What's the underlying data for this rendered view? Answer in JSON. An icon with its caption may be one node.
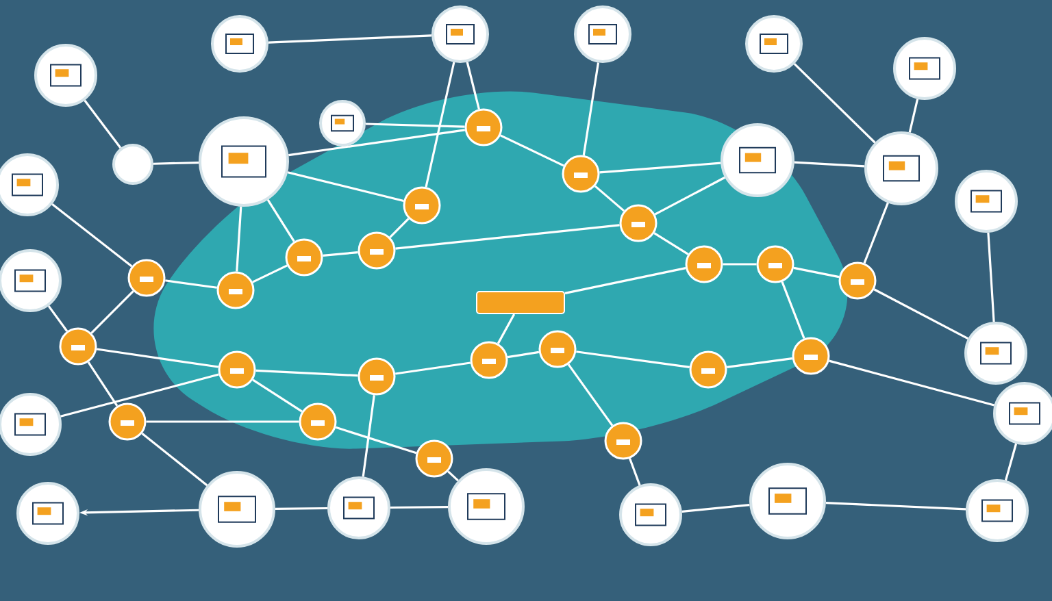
{
  "diagram": {
    "nodes": [
      {
        "text": [],
        "shape": "circle"
      },
      {
        "text": [],
        "shape": "circle"
      },
      {
        "text": [],
        "shape": "circle"
      },
      {
        "text": [],
        "shape": "circle"
      },
      {
        "text": [],
        "shape": "circle"
      },
      {
        "text": [],
        "shape": "circle"
      },
      {
        "text": [],
        "shape": "circle"
      },
      {
        "text": [],
        "shape": "circle"
      },
      {
        "text": [],
        "shape": "circle"
      },
      {
        "text": [],
        "shape": "circle"
      },
      {
        "text": [],
        "shape": "circle"
      },
      {
        "text": [],
        "shape": "circle"
      },
      {
        "text": [],
        "shape": "circle"
      },
      {
        "text": [],
        "shape": "circle"
      },
      {
        "text": [],
        "shape": "circle"
      },
      {
        "text": [],
        "shape": "circle"
      },
      {
        "text": [],
        "shape": "circle"
      },
      {
        "text": [],
        "shape": "circle"
      },
      {
        "text": [],
        "shape": "circle"
      },
      {
        "text": [],
        "shape": "circle"
      },
      {
        "text": [],
        "shape": "circle"
      },
      {
        "text": [],
        "shape": "circle"
      },
      {
        "text": [],
        "shape": "circle"
      },
      {
        "text": [],
        "shape": "circle"
      },
      {
        "text": [],
        "shape": "circle"
      },
      {
        "text": [],
        "shape": "circle"
      },
      {
        "text": [],
        "shape": "circle"
      },
      {
        "text": [],
        "shape": "circle"
      },
      {
        "text": [],
        "shape": "circle"
      },
      {
        "text": [],
        "shape": "circle"
      },
      {
        "text": [],
        "shape": "circle"
      },
      {
        "text": [],
        "shape": "circle"
      },
      {
        "text": [],
        "shape": "circle"
      },
      {
        "text": [],
        "shape": "circle"
      },
      {
        "text": [],
        "shape": "circle"
      },
      {
        "text": [],
        "shape": "circle"
      },
      {
        "text": [],
        "shape": "circle"
      },
      {
        "text": [],
        "shape": "circle"
      },
      {
        "text": [],
        "shape": "circle"
      },
      {
        "text": [],
        "shape": "circle"
      },
      {
        "text": [],
        "shape": "circle"
      },
      {
        "text": [],
        "shape": "circle"
      },
      {
        "text": [],
        "shape": "circle"
      },
      {
        "text": [],
        "shape": "circle"
      },
      {
        "text": [],
        "shape": "circle"
      },
      {
        "text": [],
        "shape": "circle"
      },
      {
        "text": [],
        "shape": "box"
      }
    ],
    "edges": [
      {
        "from": 1,
        "to": 2,
        "arrow": "none"
      },
      {
        "from": 2,
        "to": 26,
        "arrow": "none"
      },
      {
        "from": 2,
        "to": 24,
        "arrow": "none"
      },
      {
        "from": 24,
        "to": 6,
        "arrow": "none"
      },
      {
        "from": 6,
        "to": 26,
        "arrow": "none"
      },
      {
        "from": 6,
        "to": 31,
        "arrow": "none"
      },
      {
        "from": 6,
        "to": 28,
        "arrow": "none"
      },
      {
        "from": 24,
        "to": 25,
        "arrow": "none"
      },
      {
        "from": 25,
        "to": 27,
        "arrow": "none"
      },
      {
        "from": 25,
        "to": 10,
        "arrow": "none"
      },
      {
        "from": 3,
        "to": 25,
        "arrow": "none"
      },
      {
        "from": 4,
        "to": 11,
        "arrow": "none"
      },
      {
        "from": 10,
        "to": 11,
        "arrow": "none"
      },
      {
        "from": 10,
        "to": 27,
        "arrow": "none"
      },
      {
        "from": 27,
        "to": 43,
        "arrow": "none"
      },
      {
        "from": 43,
        "to": 44,
        "arrow": "none"
      },
      {
        "from": 44,
        "to": 45,
        "arrow": "none"
      },
      {
        "from": 45,
        "to": 14,
        "arrow": "none"
      },
      {
        "from": 11,
        "to": 45,
        "arrow": "none"
      },
      {
        "from": 5,
        "to": 11,
        "arrow": "none"
      },
      {
        "from": 9,
        "to": 30,
        "arrow": "none"
      },
      {
        "from": 30,
        "to": 31,
        "arrow": "none"
      },
      {
        "from": 31,
        "to": 28,
        "arrow": "none"
      },
      {
        "from": 28,
        "to": 29,
        "arrow": "none"
      },
      {
        "from": 29,
        "to": 27,
        "arrow": "none"
      },
      {
        "from": 26,
        "to": 29,
        "arrow": "none"
      },
      {
        "from": 30,
        "to": 32,
        "arrow": "none"
      },
      {
        "from": 32,
        "to": 33,
        "arrow": "none"
      },
      {
        "from": 33,
        "to": 34,
        "arrow": "none"
      },
      {
        "from": 33,
        "to": 37,
        "arrow": "none"
      },
      {
        "from": 32,
        "to": 36,
        "arrow": "none"
      },
      {
        "from": 36,
        "to": 18,
        "arrow": "none"
      },
      {
        "from": 36,
        "to": 37,
        "arrow": "none"
      },
      {
        "from": 37,
        "to": 38,
        "arrow": "none"
      },
      {
        "from": 34,
        "to": 35,
        "arrow": "none"
      },
      {
        "from": 35,
        "to": 39,
        "arrow": "none"
      },
      {
        "from": 39,
        "to": 40,
        "arrow": "none"
      },
      {
        "from": 39,
        "to": 42,
        "arrow": "none"
      },
      {
        "from": 40,
        "to": 41,
        "arrow": "none"
      },
      {
        "from": 41,
        "to": 16,
        "arrow": "none"
      },
      {
        "from": 42,
        "to": 21,
        "arrow": "none"
      },
      {
        "from": 38,
        "to": 20,
        "arrow": "none"
      },
      {
        "from": 34,
        "to": 19,
        "arrow": "none"
      },
      {
        "from": 18,
        "to": 17,
        "arrow": "to"
      },
      {
        "from": 18,
        "to": 19,
        "arrow": "none"
      },
      {
        "from": 19,
        "to": 20,
        "arrow": "none"
      },
      {
        "from": 21,
        "to": 22,
        "arrow": "none"
      },
      {
        "from": 22,
        "to": 23,
        "arrow": "none"
      },
      {
        "from": 13,
        "to": 32,
        "arrow": "none"
      },
      {
        "from": 15,
        "to": 33,
        "arrow": "none"
      },
      {
        "from": 16,
        "to": 23,
        "arrow": "none"
      },
      {
        "from": 12,
        "to": 14,
        "arrow": "none"
      },
      {
        "from": 44,
        "to": 41,
        "arrow": "none"
      },
      {
        "from": 35,
        "to": 46,
        "arrow": "none"
      },
      {
        "from": 46,
        "to": 43,
        "arrow": "none"
      },
      {
        "from": 0,
        "to": 7,
        "arrow": "none"
      },
      {
        "from": 7,
        "to": 6,
        "arrow": "none"
      },
      {
        "from": 8,
        "to": 24,
        "arrow": "none"
      }
    ]
  }
}
